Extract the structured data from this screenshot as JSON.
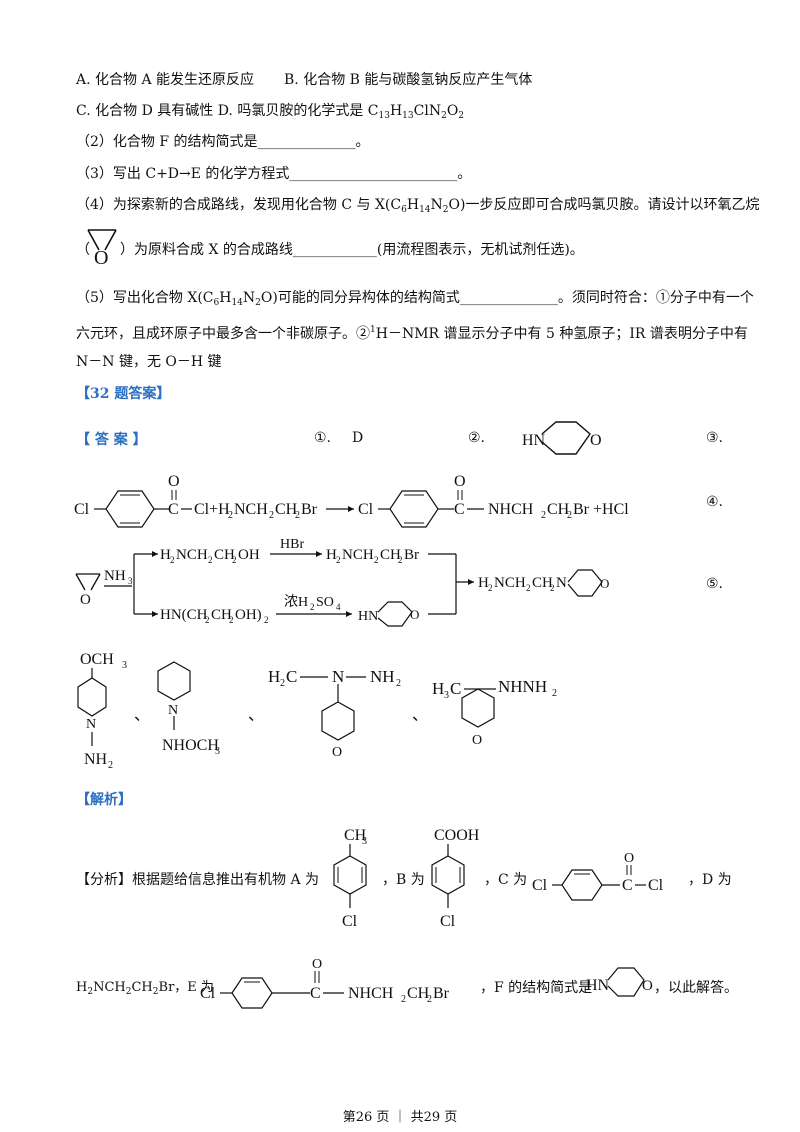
{
  "options": {
    "a": "A.  化合物 A 能发生还原反应",
    "b": "B.  化合物 B 能与碳酸氢钠反应产生气体",
    "c": "C.  化合物 D 具有碱性",
    "d_pre": "D.  吗氯贝胺的化学式是 C",
    "d_f1": "13",
    "d_h": "H",
    "d_f2": "13",
    "d_rest": "ClN",
    "d_f3": "2",
    "d_o": "O",
    "d_f4": "2"
  },
  "questions": {
    "q2": "（2）化合物 F 的结构简式是______________。",
    "q3": "（3）写出 C+D→E 的化学方程式________________________。",
    "q4_a": "（4）为探索新的合成路线，发现用化合物 C 与 X(C",
    "q4_s1": "6",
    "q4_h": "H",
    "q4_s2": "14",
    "q4_n": "N",
    "q4_s3": "2",
    "q4_o": "O)一步反应即可合成吗氯贝胺。请设计以环氧乙烷",
    "q4_open": "（",
    "q4_b": "）为原料合成 X 的合成路线____________(用流程图表示，无机试剂任选)。",
    "q5_a": "（5）写出化合物 X(C",
    "q5_s1": "6",
    "q5_h": "H",
    "q5_s2": "14",
    "q5_n": "N",
    "q5_s3": "2",
    "q5_o": "O)可能的同分异构体的结构简式______________。须同时符合：①分子中有一个",
    "q5_line2": "六元环，且成环原子中最多含一个非碳原子。②",
    "q5_sup": "1",
    "q5_line2b": "H－NMR 谱显示分子中有 5 种氢原子；IR 谱表明分子中有",
    "q5_line3": "N－N 键，无 O－H 键"
  },
  "answer_heading": "【32 题答案】",
  "answer_label": "【   答   案   】",
  "answers": {
    "n1": "①.",
    "a1": "D",
    "n2": "②.",
    "n3": "③.",
    "n4": "④.",
    "n5": "⑤."
  },
  "chem": {
    "hn": "HN",
    "o": "O",
    "cl": "Cl",
    "eq3_mid": "Cl+H",
    "nh2": "NH",
    "ch2": "CH",
    "br": "Br",
    "nhch2ch2br_hcl": "NHCH",
    "plus_hcl": "+HCl",
    "nh3": "NH",
    "h2nch2ch2oh": "OH",
    "hbr": "HBr",
    "hn_ch2ch2oh": "HN(CH",
    "conc_h2so4": "浓H",
    "so4": "SO",
    "och3": "OCH",
    "nhoch3": "NHOCH",
    "h2c": "H",
    "nhnh2": "NHNH",
    "h3c": "H",
    "cooh": "COOH",
    "ch3": "CH",
    "sep": "、"
  },
  "analysis_heading": "【解析】",
  "analysis": {
    "intro": "【分析】根据题给信息推出有机物 A 为",
    "b_is": "，B 为",
    "c_is": "，C 为",
    "d_is": "，D 为",
    "d_formula": "H",
    "e_is": "，E 为",
    "f_is": "，F 的结构简式是",
    "end": "，以此解答。"
  },
  "footer": "第26 页 ｜ 共29 页"
}
